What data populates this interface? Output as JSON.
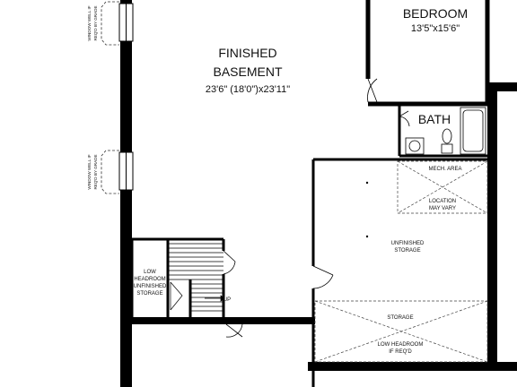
{
  "rooms": {
    "basement": {
      "name_line1": "FINISHED",
      "name_line2": "BASEMENT",
      "dimensions": "23'6\" (18'0\")x23'11\""
    },
    "bedroom": {
      "name": "BEDROOM",
      "dimensions": "13'5\"x15'6\""
    },
    "bath": {
      "name": "BATH"
    },
    "mech": {
      "name": "MECH. AREA",
      "note_line1": "LOCATION",
      "note_line2": "MAY VARY"
    },
    "unfinished_storage": {
      "line1": "UNFINISHED",
      "line2": "STORAGE"
    },
    "lower_storage": {
      "name": "STORAGE",
      "note_line1": "LOW HEADROOM",
      "note_line2": "IF REQ'D"
    },
    "stair_storage": {
      "line1": "LOW",
      "line2": "HEADROOM",
      "line3": "UNFINISHED",
      "line4": "STORAGE"
    }
  },
  "stairs": {
    "up_label": "UP"
  },
  "windows": {
    "top": {
      "line1": "WINDOW WELL IF",
      "line2": "REQ'D BY GRADE"
    },
    "bottom": {
      "line1": "WINDOW WELL IF",
      "line2": "REQ'D BY GRADE"
    }
  },
  "colors": {
    "wall": "#000000",
    "line": "#222222",
    "background": "#ffffff"
  }
}
